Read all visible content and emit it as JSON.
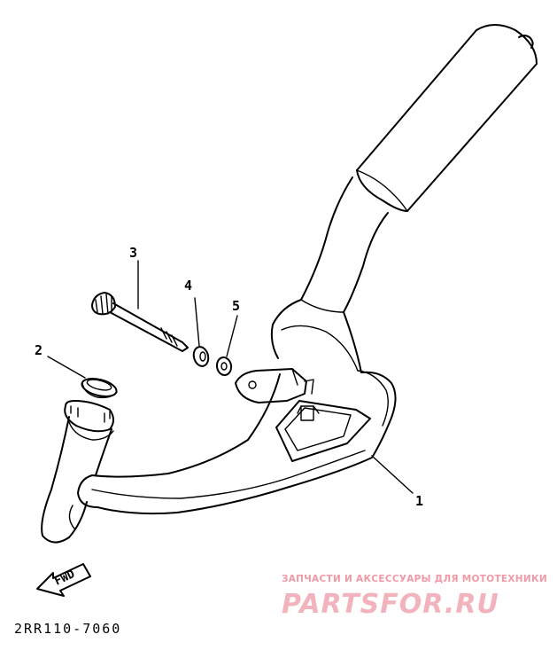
{
  "callouts": {
    "part_1": "1",
    "part_2": "2",
    "part_3": "3",
    "part_4": "4",
    "part_5": "5"
  },
  "arrow_label": "FWD",
  "diagram_code": "2RR110-7060",
  "watermark": {
    "tagline": "ЗАПЧАСТИ И АКСЕССУАРЫ ДЛЯ МОТОТЕХНИКИ",
    "logo_text": "PARTSFOR.RU",
    "color": "#f3b3bd"
  }
}
